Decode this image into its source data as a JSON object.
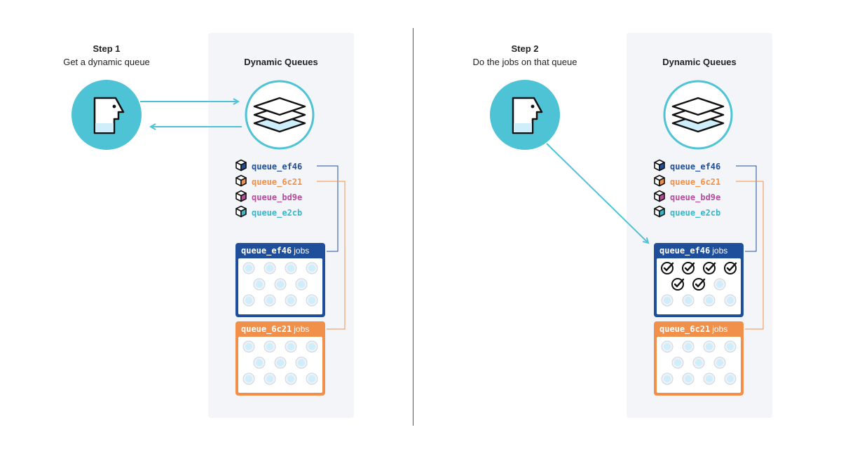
{
  "colors": {
    "teal": "#4ec3d6",
    "blue": "#1f4f9a",
    "orange": "#f0904a",
    "magenta": "#b84c9e",
    "cyan": "#38b6cc",
    "panel": "#f3f5f8",
    "dot_fill": "#cdeefa"
  },
  "step1": {
    "title": "Step 1",
    "subtitle": "Get a dynamic queue",
    "panel_title": "Dynamic Queues",
    "queues": [
      "queue_ef46",
      "queue_6c21",
      "queue_bd9e",
      "queue_e2cb"
    ],
    "jobs": [
      {
        "queue": "queue_ef46",
        "suffix": "jobs",
        "done": 0,
        "total": 11
      },
      {
        "queue": "queue_6c21",
        "suffix": "jobs",
        "done": 0,
        "total": 11
      }
    ]
  },
  "step2": {
    "title": "Step 2",
    "subtitle": "Do the jobs on that queue",
    "panel_title": "Dynamic Queues",
    "queues": [
      "queue_ef46",
      "queue_6c21",
      "queue_bd9e",
      "queue_e2cb"
    ],
    "jobs": [
      {
        "queue": "queue_ef46",
        "suffix": "jobs",
        "done": 6,
        "total": 11
      },
      {
        "queue": "queue_6c21",
        "suffix": "jobs",
        "done": 0,
        "total": 11
      }
    ]
  },
  "icons": {
    "worker": "worker-head-icon",
    "stack": "layers-stack-icon",
    "queue": "cube-icon",
    "job": "job-dot-icon",
    "done": "checkmark-circle-icon"
  }
}
